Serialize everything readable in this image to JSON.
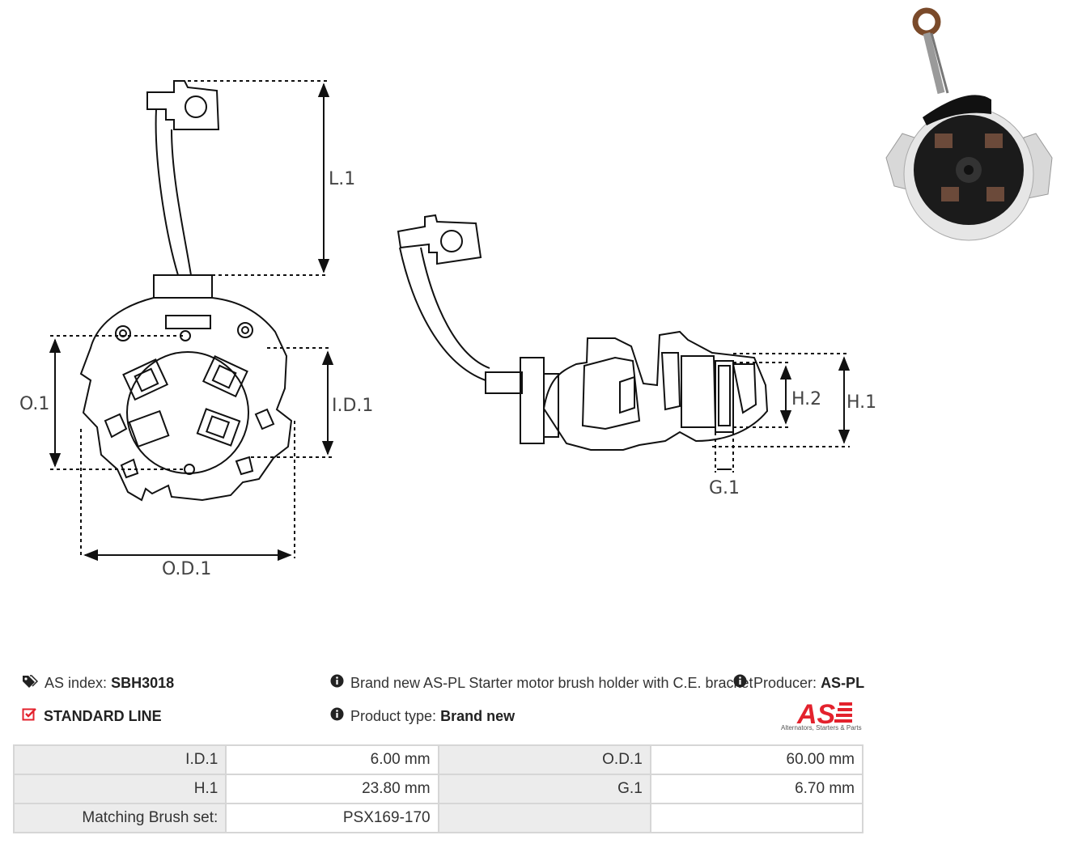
{
  "drawing": {
    "labels": {
      "l1": "L.1",
      "o1": "O.1",
      "id1": "I.D.1",
      "od1": "O.D.1",
      "h2": "H.2",
      "h1": "H.1",
      "g1": "G.1"
    }
  },
  "info": {
    "as_index_label": "AS index:",
    "as_index_value": "SBH3018",
    "line_label": "STANDARD LINE",
    "description": "Brand new AS-PL Starter motor brush holder with C.E. bracket",
    "producer_label": "Producer:",
    "producer_value": "AS-PL",
    "product_type_label": "Product type:",
    "product_type_value": "Brand new",
    "logo_text": "AS",
    "logo_tagline": "Alternators, Starters & Parts"
  },
  "icons": {
    "tag": "tags-icon",
    "check": "check-square-icon",
    "info": "info-circle-icon"
  },
  "colors": {
    "accent_red": "#e3222d",
    "table_label_bg": "#ececec",
    "table_border": "#d6d6d6"
  },
  "specs": {
    "rows": [
      {
        "l1": "I.D.1",
        "v1": "6.00 mm",
        "l2": "O.D.1",
        "v2": "60.00 mm"
      },
      {
        "l1": "H.1",
        "v1": "23.80 mm",
        "l2": "G.1",
        "v2": "6.70 mm"
      },
      {
        "l1": "Matching Brush set:",
        "v1": "PSX169-170",
        "l2": "",
        "v2": ""
      }
    ]
  }
}
